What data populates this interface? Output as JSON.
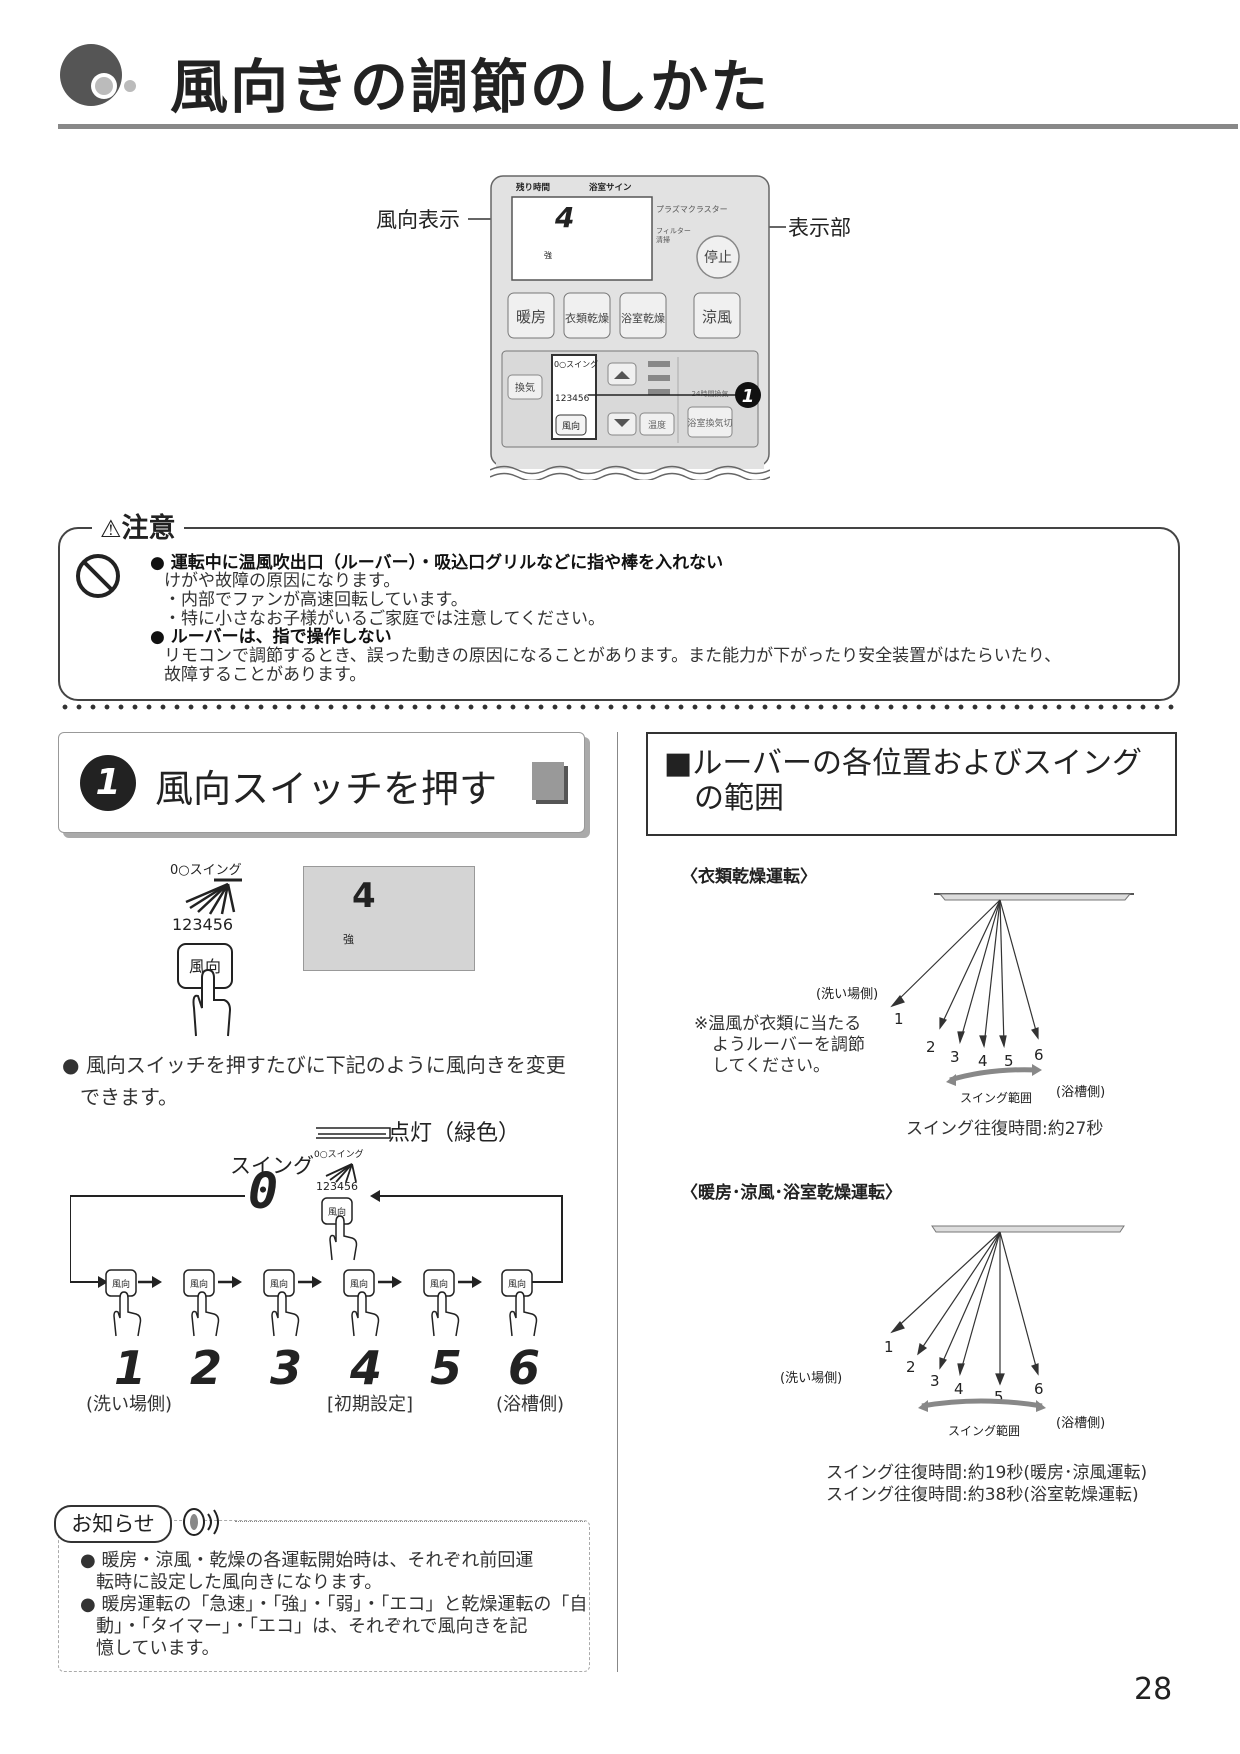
{
  "title": "風向きの調節のしかた",
  "remote": {
    "label_wind_display": "風向表示",
    "label_display": "表示部",
    "top_left_label": "残り時間",
    "top_right_label": "浴室サイン",
    "plasma_label": "プラズマクラスター",
    "filter_label": "フィルター",
    "filter_sub": "清掃",
    "lcd_digit": "4",
    "lcd_strong": "強",
    "stop_label": "停止",
    "mode_buttons": [
      "暖房",
      "衣類乾燥",
      "浴室乾燥",
      "涼風"
    ],
    "vent_label": "換気",
    "swing_small": "0○スイング",
    "swing_numbers": "123456",
    "wind_btn": "風向",
    "temp_btn": "温度",
    "h24_label": "24時間換気",
    "bath_vent_btn": "浴室換気切",
    "callout_num": "1"
  },
  "caution": {
    "heading": "注意",
    "item1_bold": "運転中に温風吹出口（ルーバー）・吸込口グリルなどに指や棒を入れない",
    "item1_line1": "けがや故障の原因になります。",
    "item1_line2": "・内部でファンが高速回転しています。",
    "item1_line3": "・特に小さなお子様がいるご家庭では注意してください。",
    "item2_bold": "ルーバーは、指で操作しない",
    "item2_line1": "リモコンで調節するとき、誤った動きの原因になることがあります。また能力が下がったり安全装置がはたらいたり、",
    "item2_line2": "故障することがあります。"
  },
  "step": {
    "number": "1",
    "text": "風向スイッチを押す",
    "swing_label": "0○スイング",
    "swing_numbers": "123456",
    "button_label": "風向",
    "lcd_digit": "4",
    "lcd_strong": "強",
    "desc_line1": "風向スイッチを押すたびに下記のように風向きを変更",
    "desc_line2": "できます。"
  },
  "sequence": {
    "lit_label": "点灯（緑色）",
    "swing_label": "スイング",
    "swing_digit": "0",
    "button_label": "風向",
    "small_swing": "0○スイング",
    "small_numbers": "123456",
    "digits": [
      "1",
      "2",
      "3",
      "4",
      "5",
      "6"
    ],
    "caption_left": "(洗い場側)",
    "caption_mid": "[初期設定]",
    "caption_right": "(浴槽側)"
  },
  "notice": {
    "label": "お知らせ",
    "line1": "暖房・涼風・乾燥の各運転開始時は、それぞれ前回運",
    "line2": "転時に設定した風向きになります。",
    "line3": "暖房運転の「急速」・「強」・「弱」・「エコ」と乾燥運転の「自",
    "line4": "動」・「タイマー」・「エコ」は、それぞれで風向きを記",
    "line5": "憶しています。"
  },
  "range": {
    "title_line1": "■ルーバーの各位置およびスイング",
    "title_line2": "の範囲",
    "dry_heading": "〈衣類乾燥運転〉",
    "dry_left": "(洗い場側)",
    "dry_right": "(浴槽側)",
    "dry_swing": "スイング範囲",
    "dry_note_line1": "※温風が衣類に当たる",
    "dry_note_line2": "ようルーバーを調節",
    "dry_note_line3": "してください。",
    "dry_time": "スイング往復時間:約27秒",
    "heat_heading": "〈暖房･涼風･浴室乾燥運転〉",
    "heat_left": "(洗い場側)",
    "heat_right": "(浴槽側)",
    "heat_swing": "スイング範囲",
    "heat_time1": "スイング往復時間:約19秒(暖房･涼風運転)",
    "heat_time2": "スイング往復時間:約38秒(浴室乾燥運転)",
    "positions": [
      "1",
      "2",
      "3",
      "4",
      "5",
      "6"
    ]
  },
  "page_number": "28"
}
